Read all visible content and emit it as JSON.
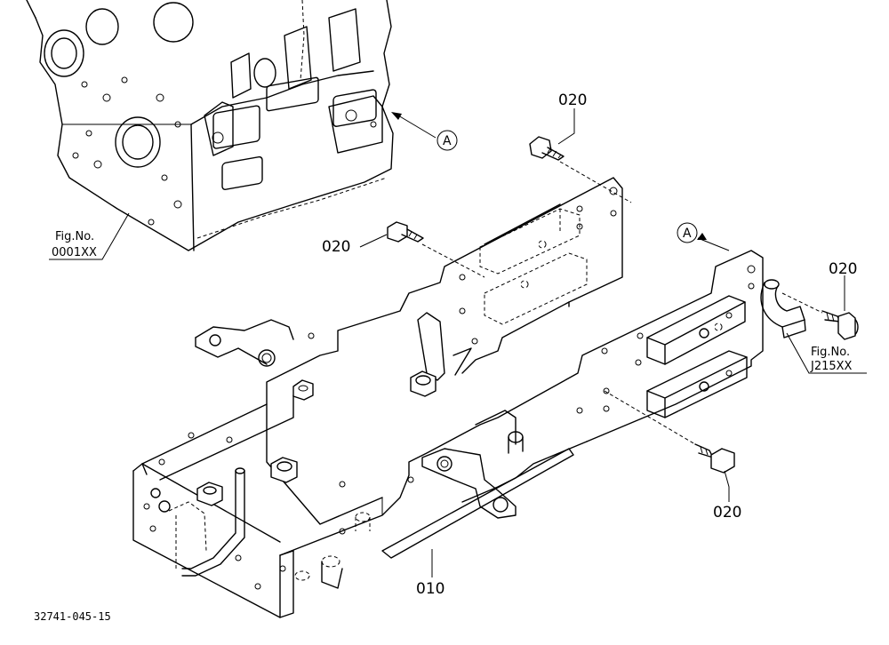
{
  "labels": {
    "part_020_top": "020",
    "part_020_left": "020",
    "part_020_right": "020",
    "part_020_bottom": "020",
    "part_010": "010",
    "ref_a_top": "A",
    "ref_a_right": "A",
    "fig_left_line1": "Fig.No.",
    "fig_left_line2": "0001XX",
    "fig_right_line1": "Fig.No.",
    "fig_right_line2": "J215XX",
    "drawing_code": "32741-045-15"
  }
}
